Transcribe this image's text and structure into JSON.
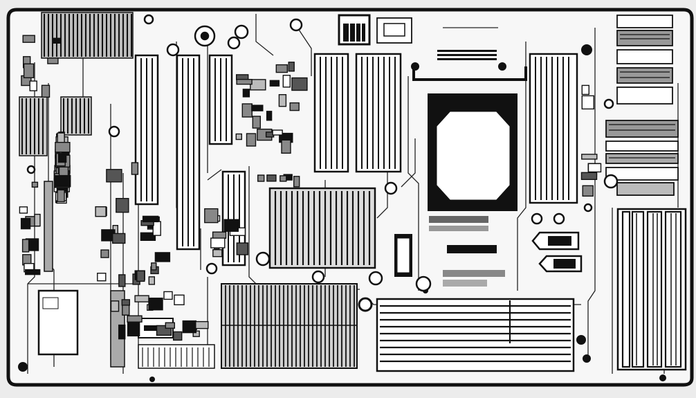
{
  "image": {
    "subject": "motherboard-line-art",
    "style": "monochrome"
  },
  "colors": {
    "background": "#ececec",
    "board": "#f7f7f7",
    "ink": "#111111",
    "mid": "#8a8a8a",
    "light": "#c8c8c8"
  },
  "components": {
    "memory_slots": 7,
    "expansion_slots": 4,
    "cpu_sockets": 1,
    "heatsinks": 3,
    "mounting_holes": 8
  }
}
